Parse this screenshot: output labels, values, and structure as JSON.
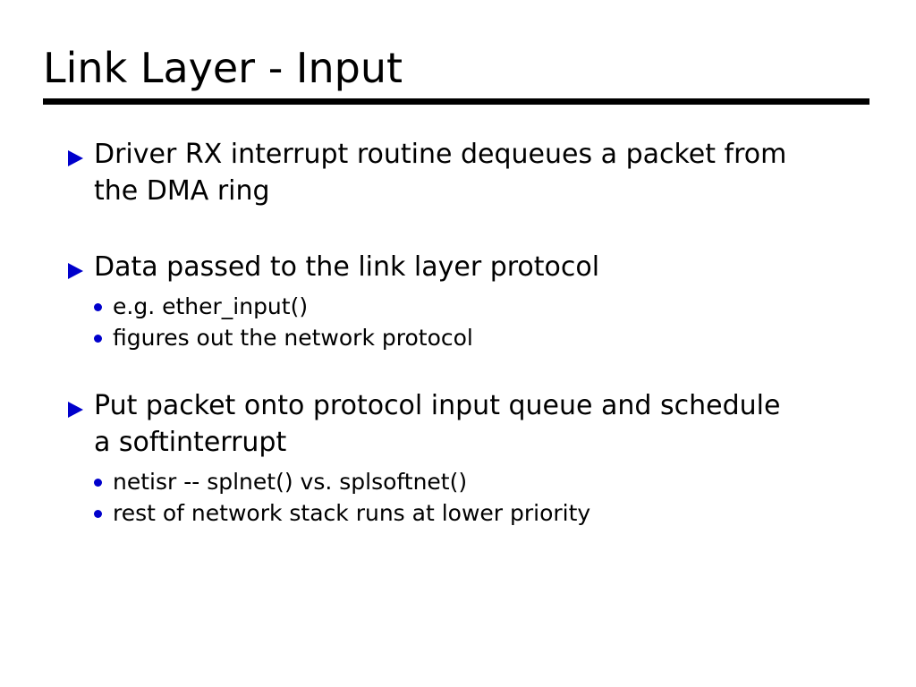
{
  "slide": {
    "title": "Link Layer - Input",
    "accent_color": "#0000cc",
    "text_color": "#000000",
    "background_color": "#ffffff",
    "rule_color": "#000000",
    "bullets": [
      {
        "marker": "triangle-bullet-icon",
        "text": "Driver RX interrupt routine dequeues a packet from the DMA ring",
        "sub": []
      },
      {
        "marker": "triangle-bullet-icon",
        "text": "Data passed to the link layer protocol",
        "sub": [
          {
            "marker": "dot-bullet-icon",
            "text": "e.g. ether_input()"
          },
          {
            "marker": "dot-bullet-icon",
            "text": "figures out the network protocol"
          }
        ]
      },
      {
        "marker": "triangle-bullet-icon",
        "text": "Put packet onto protocol input queue and schedule a softinterrupt",
        "sub": [
          {
            "marker": "dot-bullet-icon",
            "text": "netisr -- splnet() vs. splsoftnet()"
          },
          {
            "marker": "dot-bullet-icon",
            "text": "rest of network stack runs at lower priority"
          }
        ]
      }
    ]
  }
}
